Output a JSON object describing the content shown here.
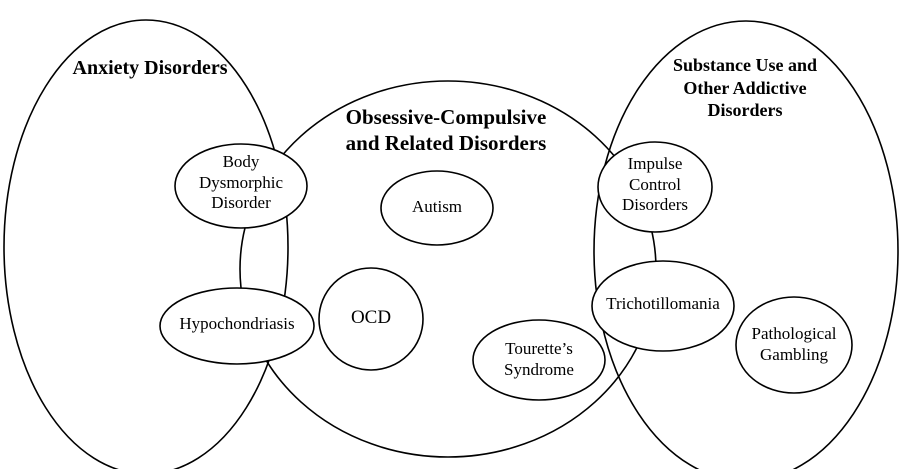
{
  "diagram": {
    "groups": [
      {
        "id": "anxiety",
        "label": "Anxiety Disorders"
      },
      {
        "id": "ocrd",
        "label": "Obsessive-Compulsive\nand Related Disorders"
      },
      {
        "id": "substance",
        "label": "Substance Use and\nOther Addictive\nDisorders"
      }
    ],
    "nodes": [
      {
        "id": "bdd",
        "label": "Body\nDysmorphic\nDisorder"
      },
      {
        "id": "hypochondriasis",
        "label": "Hypochondriasis"
      },
      {
        "id": "autism",
        "label": "Autism"
      },
      {
        "id": "ocd",
        "label": "OCD"
      },
      {
        "id": "tourettes",
        "label": "Tourette’s\nSyndrome"
      },
      {
        "id": "impulse",
        "label": "Impulse\nControl\nDisorders"
      },
      {
        "id": "trichotillomania",
        "label": "Trichotillomania"
      },
      {
        "id": "gambling",
        "label": "Pathological\nGambling"
      }
    ]
  }
}
